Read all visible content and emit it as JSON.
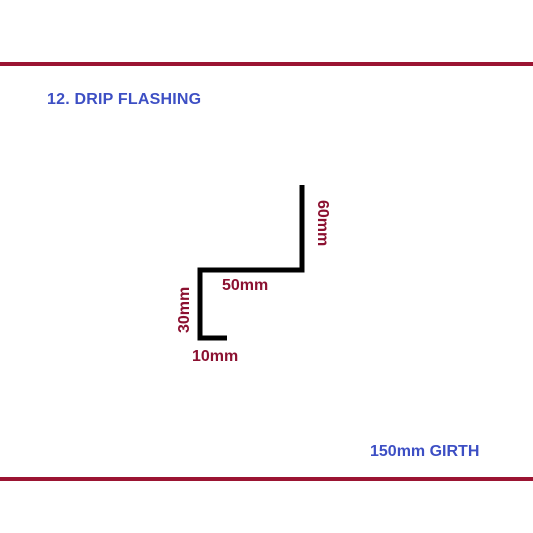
{
  "title": "12. DRIP FLASHING",
  "girth_label": "150mm GIRTH",
  "dimensions": {
    "top_leg": "60mm",
    "horizontal": "50mm",
    "lower_leg": "30mm",
    "drip": "10mm"
  },
  "colors": {
    "rule": "#9b1432",
    "heading_text": "#3d4fc4",
    "dimension_text": "#8b1030",
    "profile_line": "#000000"
  }
}
